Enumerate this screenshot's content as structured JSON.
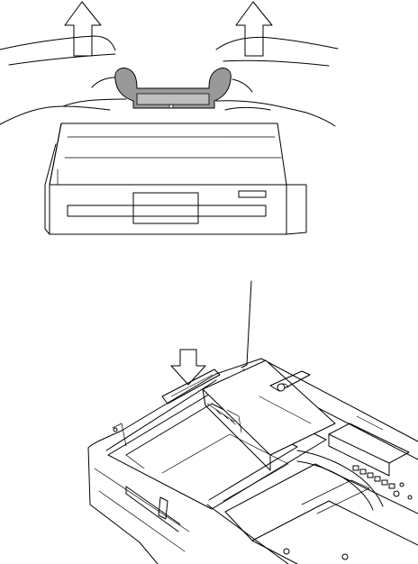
{
  "figures": [
    {
      "id": "floppy-removal",
      "arrows": 2,
      "arrow_direction": "up"
    },
    {
      "id": "floppy-insertion",
      "arrows": 1,
      "arrow_direction": "down"
    }
  ],
  "colors": {
    "line": "#000000",
    "background": "#ffffff",
    "handle_fill": "#999999",
    "handle_inner": "#bfbfbf"
  }
}
